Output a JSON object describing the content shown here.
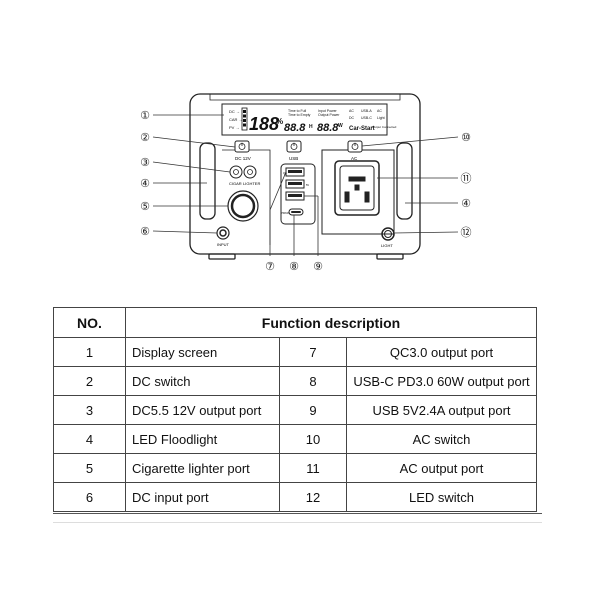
{
  "callouts": {
    "c1": "①",
    "c2": "②",
    "c3": "③",
    "c4": "④",
    "c5": "⑤",
    "c6": "⑥",
    "c7": "⑦",
    "c8": "⑧",
    "c9": "⑨",
    "c10": "⑩",
    "c11": "⑪",
    "c4b": "④",
    "c12": "⑫"
  },
  "device": {
    "lcd_big": "188",
    "lcd_pct": "%",
    "lcd_mid": "88.8",
    "lcd_right": "88.8",
    "lcd_h": "H",
    "lcd_w": "W",
    "lcd_ind_dc": "DC →",
    "lcd_ind_car": "CAR →",
    "lcd_ind_pv": "PV →",
    "lcd_time1": "Time to Full",
    "lcd_time2": "Time to Empty",
    "lcd_in1": "Input Power",
    "lcd_in2": "Output Power",
    "lcd_ac": "AC",
    "lcd_usba": "USB-A",
    "lcd_ac2": "AC",
    "lcd_dc": "DC",
    "lcd_usbc": "USB-C",
    "lcd_light": "Light",
    "car_start": "Car-Start",
    "car_start_small": "Output Connected",
    "dc12v": "DC  12V",
    "usb": "USB",
    "ac": "AC",
    "cigar": "CIGAR",
    "lighter": "LIGHTER",
    "input": "INPUT",
    "light": "LIGHT",
    "pd60": "PD60",
    "usb_qc": "QC",
    "usb_5v": "5V"
  },
  "table": {
    "header_no": "NO.",
    "header_desc": "Function description",
    "rows": [
      {
        "n1": "1",
        "d1": "Display screen",
        "n2": "7",
        "d2": "QC3.0 output port"
      },
      {
        "n1": "2",
        "d1": "DC switch",
        "n2": "8",
        "d2": "USB-C PD3.0 60W output port"
      },
      {
        "n1": "3",
        "d1": "DC5.5 12V output port",
        "n2": "9",
        "d2": "USB 5V2.4A output port"
      },
      {
        "n1": "4",
        "d1": "LED Floodlight",
        "n2": "10",
        "d2": "AC switch"
      },
      {
        "n1": "5",
        "d1": "Cigarette lighter port",
        "n2": "11",
        "d2": "AC output port"
      },
      {
        "n1": "6",
        "d1": "DC input port",
        "n2": "12",
        "d2": "LED switch"
      }
    ]
  }
}
